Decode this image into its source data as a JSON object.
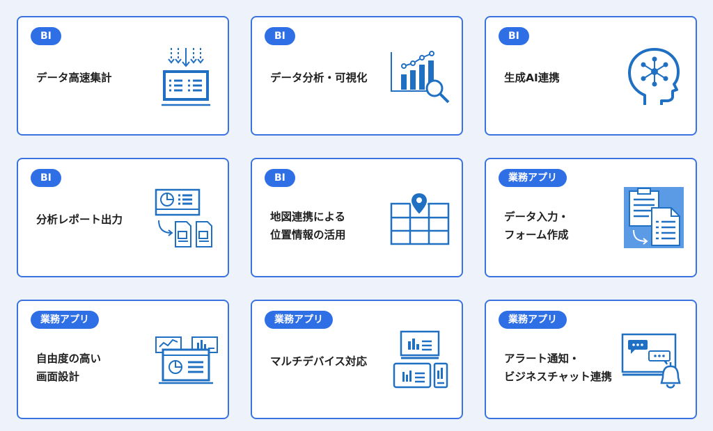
{
  "cards": [
    {
      "badge": "BI",
      "lines": [
        "データ高速集計"
      ],
      "icon": "fast-aggregation-icon"
    },
    {
      "badge": "BI",
      "lines": [
        "データ分析・可視化"
      ],
      "icon": "chart-magnifier-icon"
    },
    {
      "badge": "BI",
      "lines": [
        "生成AI連携"
      ],
      "icon": "ai-head-icon"
    },
    {
      "badge": "BI",
      "lines": [
        "分析レポート出力"
      ],
      "icon": "report-export-icon"
    },
    {
      "badge": "BI",
      "lines": [
        "地図連携による",
        "位置情報の活用"
      ],
      "icon": "map-pin-icon"
    },
    {
      "badge": "業務アプリ",
      "lines": [
        "データ入力・",
        "フォーム作成"
      ],
      "icon": "form-documents-icon"
    },
    {
      "badge": "業務アプリ",
      "lines": [
        "自由度の高い",
        "画面設計"
      ],
      "icon": "dashboard-layout-icon"
    },
    {
      "badge": "業務アプリ",
      "lines": [
        "マルチデバイス対応"
      ],
      "icon": "multi-device-icon"
    },
    {
      "badge": "業務アプリ",
      "lines": [
        "アラート通知・",
        "ビジネスチャット連携"
      ],
      "icon": "chat-bell-icon"
    }
  ],
  "colors": {
    "accent": "#2f6fe6",
    "icon": "#1f6fc2",
    "border": "#3a73e0",
    "background": "#eef3fb"
  }
}
